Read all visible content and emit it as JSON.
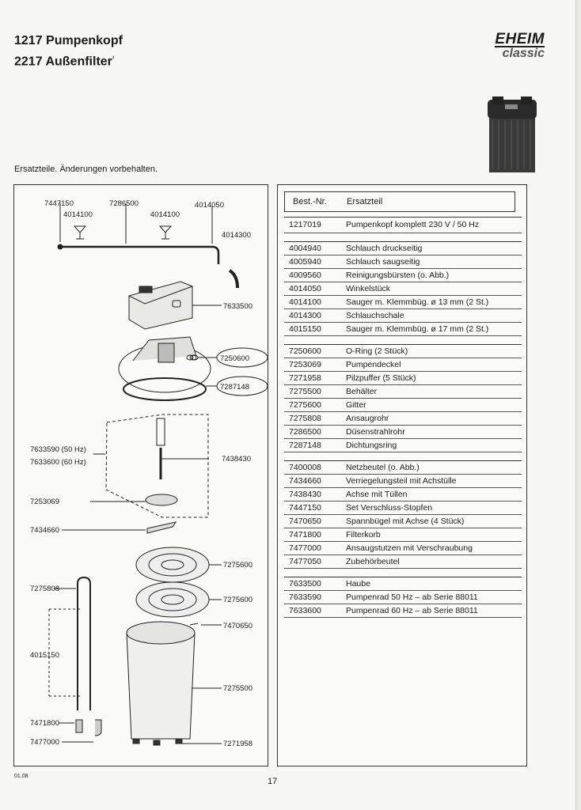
{
  "header": {
    "title_line1": "1217 Pumpenkopf",
    "title_line2": "2217 Außenfilter",
    "title_mark": "¹",
    "brand_top": "EHEIM",
    "brand_bottom": "classic"
  },
  "subtitle": "Ersatzteile. Änderungen vorbehalten.",
  "diagram_labels": {
    "l7447150": "7447150",
    "l4014100a": "4014100",
    "l7286500": "7286500",
    "l4014100b": "4014100",
    "l4014050": "4014050",
    "l4014300": "4014300",
    "l7633500": "7633500",
    "l7250600": "7250600",
    "l7287148": "7287148",
    "l7633590": "7633590 (50 Hz)",
    "l7633600": "7633600 (60 Hz)",
    "l7438430": "7438430",
    "l7253069": "7253069",
    "l7434660": "7434660",
    "l7275600a": "7275600",
    "l7275808": "7275808",
    "l7275600b": "7275600",
    "l7470650": "7470650",
    "l4015150": "4015150",
    "l7275500": "7275500",
    "l7471800": "7471800",
    "l7477000": "7477000",
    "l7271958": "7271958"
  },
  "table": {
    "col_number": "Best.-Nr.",
    "col_part": "Ersatzteil",
    "groups": [
      {
        "rows": [
          {
            "num": "1217019",
            "txt": "Pumpenkopf komplett 230 V / 50 Hz"
          }
        ]
      },
      {
        "rows": [
          {
            "num": "4004940",
            "txt": "Schlauch druckseitig"
          },
          {
            "num": "4005940",
            "txt": "Schlauch saugseitig"
          },
          {
            "num": "4009560",
            "txt": "Reinigungsbürsten (o. Abb.)"
          },
          {
            "num": "4014050",
            "txt": "Winkelstück"
          },
          {
            "num": "4014100",
            "txt": "Sauger m. Klemmbüg. ø 13 mm (2 St.)"
          },
          {
            "num": "4014300",
            "txt": "Schlauchschale"
          },
          {
            "num": "4015150",
            "txt": "Sauger m. Klemmbüg. ø 17 mm (2 St.)"
          }
        ]
      },
      {
        "rows": [
          {
            "num": "7250600",
            "txt": "O-Ring (2 Stück)"
          },
          {
            "num": "7253069",
            "txt": "Pumpendeckel"
          },
          {
            "num": "7271958",
            "txt": "Pilzpuffer (5 Stück)"
          },
          {
            "num": "7275500",
            "txt": "Behälter"
          },
          {
            "num": "7275600",
            "txt": "Gitter"
          },
          {
            "num": "7275808",
            "txt": "Ansaugrohr"
          },
          {
            "num": "7286500",
            "txt": "Düsenstrahlrohr"
          },
          {
            "num": "7287148",
            "txt": "Dichtungsring"
          }
        ]
      },
      {
        "rows": [
          {
            "num": "7400008",
            "txt": "Netzbeutel (o. Abb.)"
          },
          {
            "num": "7434660",
            "txt": "Verriegelungsteil mit Achstülle"
          },
          {
            "num": "7438430",
            "txt": "Achse mit Tüllen"
          },
          {
            "num": "7447150",
            "txt": "Set Verschluss-Stopfen"
          },
          {
            "num": "7470650",
            "txt": "Spannbügel mit Achse (4 Stück)"
          },
          {
            "num": "7471800",
            "txt": "Filterkorb"
          },
          {
            "num": "7477000",
            "txt": "Ansaugstutzen mit Verschraubung"
          },
          {
            "num": "7477050",
            "txt": "Zubehörbeutel"
          }
        ]
      },
      {
        "rows": [
          {
            "num": "7633500",
            "txt": "Haube"
          },
          {
            "num": "7633590",
            "txt": "Pumpenrad 50 Hz  –  ab Serie 88011"
          },
          {
            "num": "7633600",
            "txt": "Pumpenrad 60 Hz  –  ab Serie 88011"
          }
        ]
      }
    ]
  },
  "footer": {
    "date": "01.08",
    "page": "17"
  }
}
